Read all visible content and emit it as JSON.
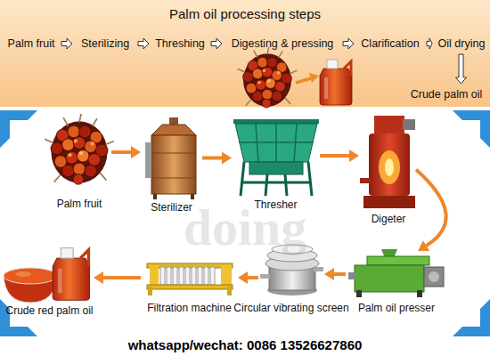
{
  "diagram": {
    "title": "Palm oil processing steps",
    "nodes": [
      {
        "text": [
          "Palm fruit"
        ]
      },
      {
        "text": [
          "Sterilizing"
        ]
      },
      {
        "text": [
          "Threshing"
        ]
      },
      {
        "text": [
          "Digesting & pressing"
        ]
      },
      {
        "text": [
          "Clarification"
        ]
      },
      {
        "text": [
          "Oil drying"
        ]
      },
      {
        "text": [
          "Crude palm oil"
        ]
      },
      {
        "text": [
          "Palm fruit"
        ]
      },
      {
        "text": [
          "Sterilizer"
        ]
      },
      {
        "text": [
          "Thresher"
        ]
      },
      {
        "text": [
          "Digeter"
        ]
      },
      {
        "text": [
          "Palm oil presser"
        ]
      },
      {
        "text": [
          "Circular vibrating screen"
        ]
      },
      {
        "text": [
          "Filtration machine"
        ]
      },
      {
        "text": [
          "Crude red palm oil"
        ]
      }
    ],
    "edges": [
      {
        "from": 0,
        "to": 1,
        "arrow": "to"
      },
      {
        "from": 1,
        "to": 2,
        "arrow": "to"
      },
      {
        "from": 2,
        "to": 3,
        "arrow": "to"
      },
      {
        "from": 3,
        "to": 4,
        "arrow": "to"
      },
      {
        "from": 4,
        "to": 5,
        "arrow": "to"
      },
      {
        "from": 5,
        "to": 6,
        "arrow": "to"
      },
      {
        "from": 7,
        "to": 8,
        "arrow": "to"
      },
      {
        "from": 8,
        "to": 9,
        "arrow": "to"
      },
      {
        "from": 9,
        "to": 10,
        "arrow": "to"
      },
      {
        "from": 10,
        "to": 11,
        "arrow": "to"
      },
      {
        "from": 11,
        "to": 12,
        "arrow": "to"
      },
      {
        "from": 12,
        "to": 13,
        "arrow": "to"
      },
      {
        "from": 13,
        "to": 14,
        "arrow": "to"
      }
    ],
    "labels": [
      "whatsapp/wechat: 0086 13526627860",
      "doing"
    ]
  }
}
